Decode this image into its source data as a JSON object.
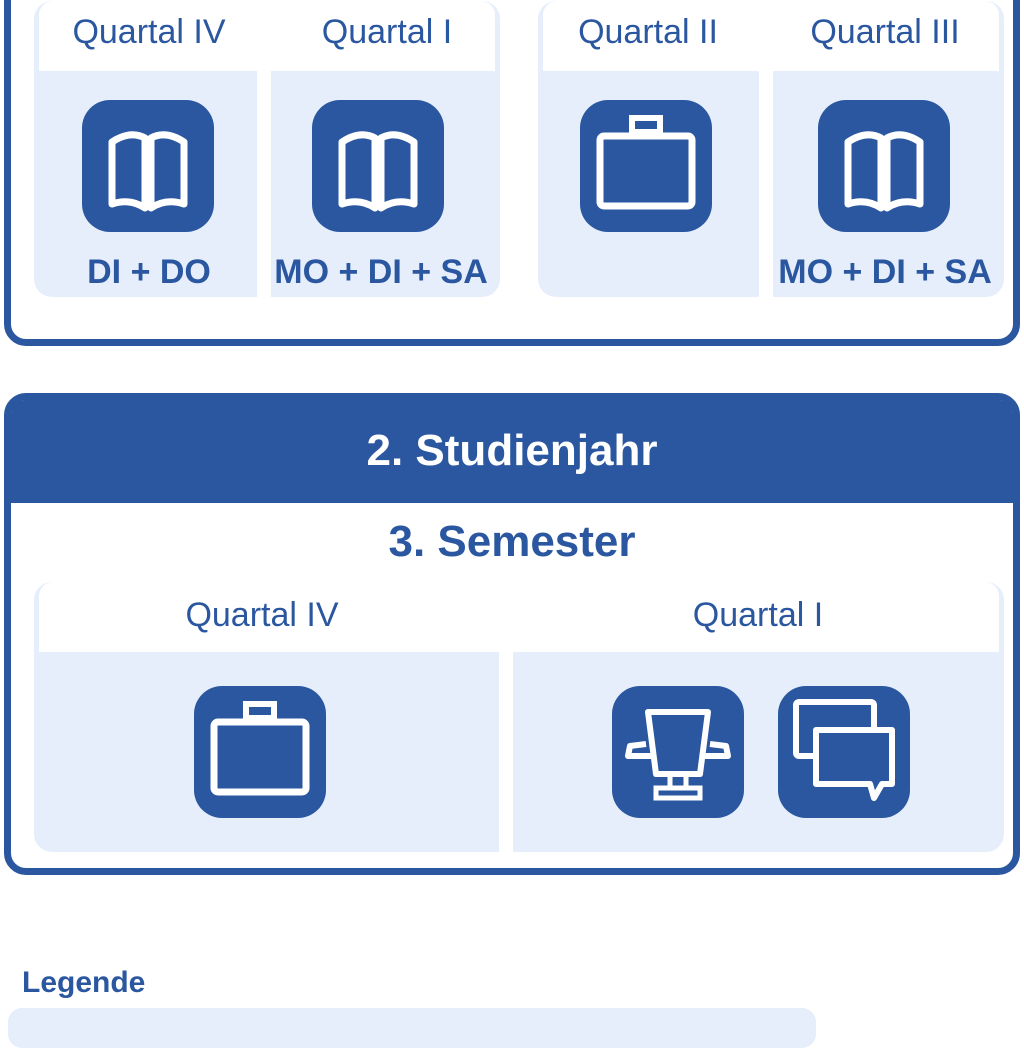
{
  "colors": {
    "primary": "#2a57a0",
    "light": "#e5eefa",
    "white": "#ffffff"
  },
  "year1": {
    "semesterA": {
      "q1_label": "Quartal IV",
      "q1_icon": "book-icon",
      "q1_days": "DI + DO",
      "q2_label": "Quartal I",
      "q2_icon": "book-icon",
      "q2_days": "MO + DI + SA"
    },
    "semesterB": {
      "q1_label": "Quartal II",
      "q1_icon": "briefcase-icon",
      "q2_label": "Quartal III",
      "q2_icon": "book-icon",
      "q2_days": "MO + DI + SA"
    }
  },
  "year2": {
    "title": "2. Studienjahr",
    "semester_title": "3. Semester",
    "q1_label": "Quartal IV",
    "q1_icon": "briefcase-icon",
    "q2_label": "Quartal I",
    "q2_icons": [
      "trophy-icon",
      "chat-bubbles-icon"
    ]
  },
  "legend": {
    "title": "Legende"
  }
}
